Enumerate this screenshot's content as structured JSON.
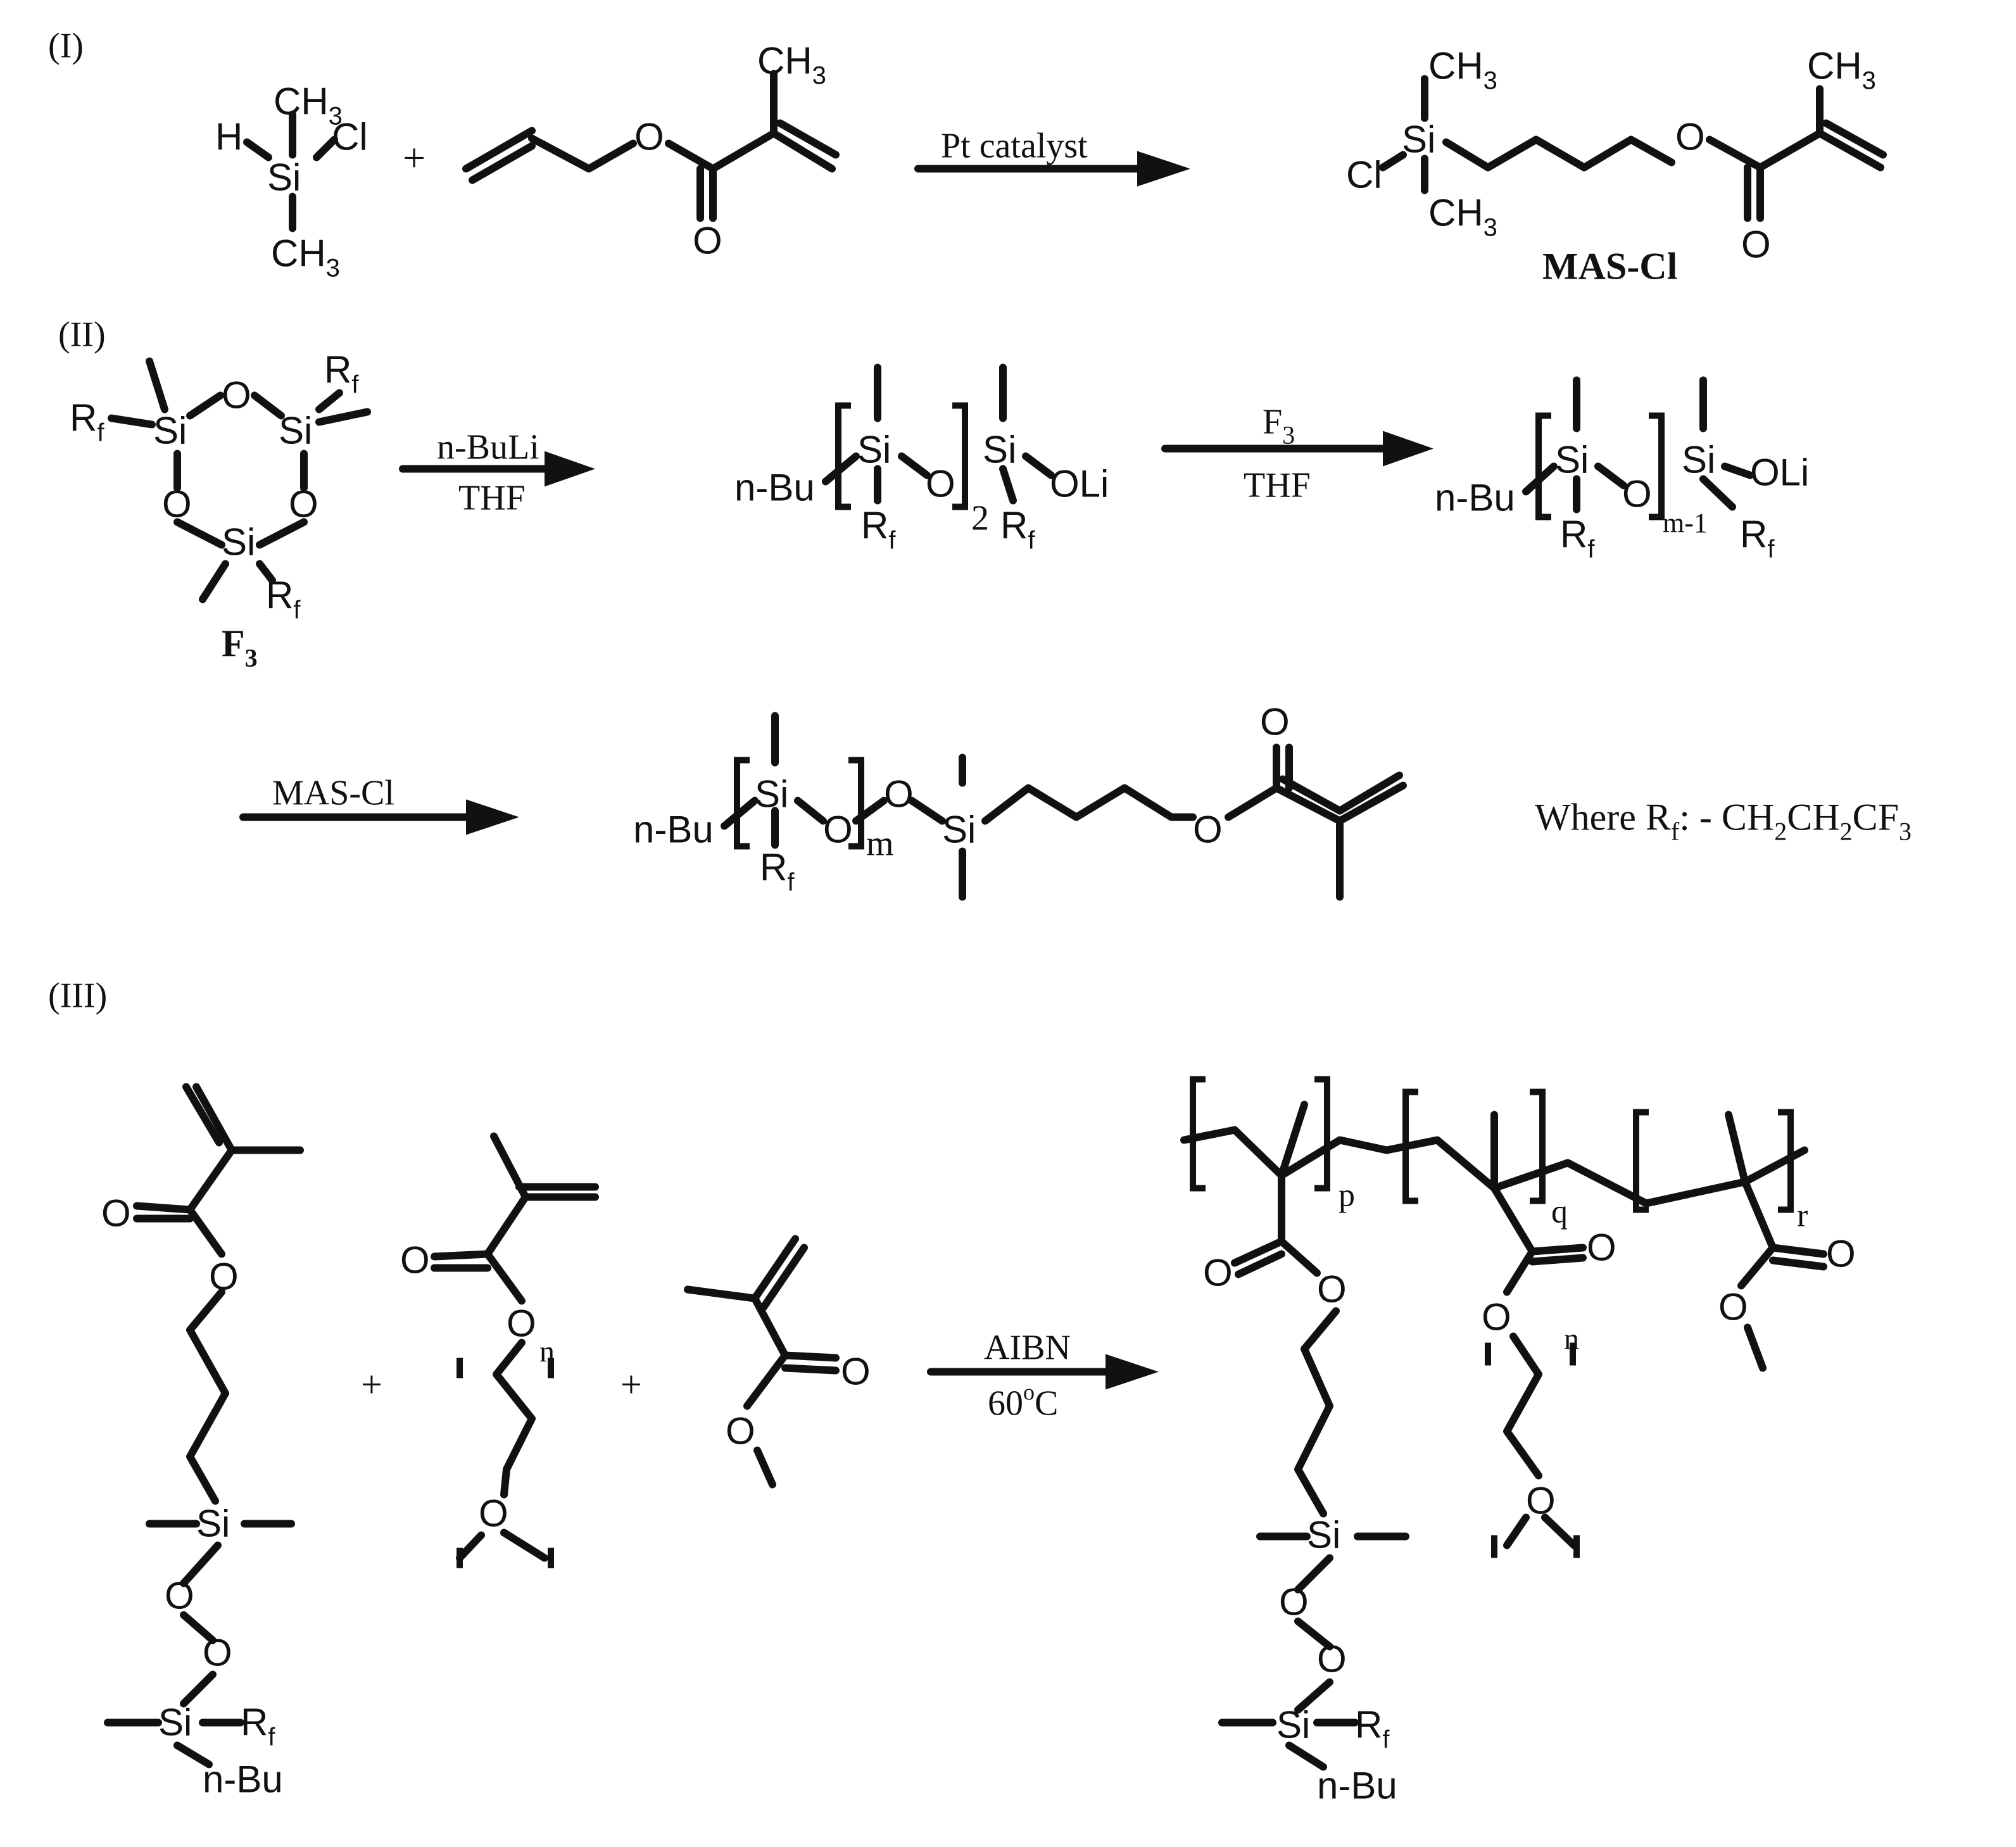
{
  "steps": {
    "step1": {
      "label": "(I)",
      "plus": "+",
      "arrow": "Pt catalyst",
      "product": "MAS-Cl"
    },
    "step2": {
      "label": "(II)",
      "cyclic": "F",
      "cyclic_sub": "3",
      "arrow1_top": "n-BuLi",
      "arrow1_bottom": "THF",
      "arrow2_top": "F",
      "arrow2_top_sub": "3",
      "arrow2_bottom": "THF",
      "arrow3": "MAS-Cl",
      "dp2": "2",
      "dpm1": "m-1",
      "dpm": "m",
      "legend": {
        "lead": "Where R",
        "lead_sub": "f",
        "a": ": - CH",
        "s1": "2",
        "b": "CH",
        "s2": "2",
        "c": "CF",
        "s3": "3"
      }
    },
    "step3": {
      "label": "(III)",
      "plus": "+",
      "arrow_top": "AIBN",
      "arrow_bottom_a": "60",
      "arrow_bottom_sup": "o",
      "arrow_bottom_b": "C",
      "n": "n",
      "p": "p",
      "q": "q",
      "r": "r"
    }
  },
  "atoms": {
    "si": "Si",
    "o": "O",
    "h": "H",
    "cl": "Cl",
    "ch3": "CH",
    "three": "3",
    "r": "R",
    "f": "f",
    "nbu": "n-Bu",
    "oli": "OLi"
  }
}
